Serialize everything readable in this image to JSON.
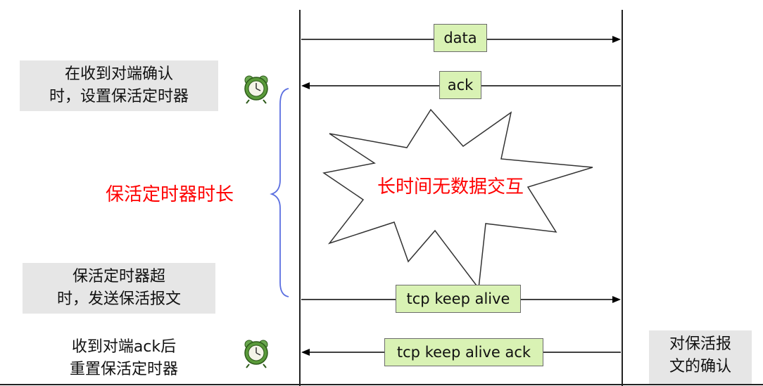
{
  "notes": {
    "receive_ack_set_timer": [
      "在收到对端确认",
      "时，设置保活定时器"
    ],
    "timer_expire_send": [
      "保活定时器超",
      "时，发送保活报文"
    ],
    "receive_ack_reset": [
      "收到对端ack后",
      "重置保活定时器"
    ],
    "confirm_keepalive": [
      "对保活报",
      "文的确认"
    ]
  },
  "messages": {
    "data": "data",
    "ack": "ack",
    "keepalive": "tcp keep alive",
    "keepalive_ack": "tcp keep alive ack"
  },
  "duration_label": "保活定时器时长",
  "idle_label": "长时间无数据交互",
  "colors": {
    "message_fill": "#d9f2b4",
    "note_fill": "#e6e6e6",
    "highlight_text": "#ff0000",
    "brace": "#5a6ee0",
    "clock": "#5a9a3a"
  },
  "icons": [
    "alarm-clock-icon",
    "alarm-clock-icon"
  ]
}
